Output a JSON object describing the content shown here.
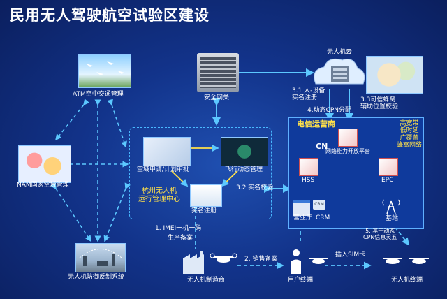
{
  "title": "民用无人驾驶航空试验区建设",
  "nodes": {
    "atm": "ATM空中交通管理",
    "nam": "NAM国家空域管理",
    "defense": "无人机防御反制系统",
    "gateway": "安全网关",
    "cloud": "无人机云",
    "airspace_apply": "空域申请/计划审批",
    "flight_mgmt": "飞行动态管理",
    "center_name": "杭州无人机\n运行管理中心",
    "real_name_reg": "实名注册",
    "manufacturer": "无人机制造商",
    "user_terminal": "用户终端",
    "uav_terminal": "无人机终端"
  },
  "telecom": {
    "title": "电信运营商",
    "cn": "CN",
    "platform": "网络能力开放平台",
    "hss": "HSS",
    "epc": "EPC",
    "hall": "营业厅",
    "crm_badge": "CRM",
    "crm": "CRM",
    "base_station": "基站",
    "features": "高宽带\n低时延\n广覆盖\n蜂窝网络"
  },
  "flows": {
    "f31": "3.1 人-设备\n实名注册",
    "f33": "3.3可信蜂窝\n辅助位置校验",
    "f4": "4.动态CPN分配",
    "f32": "3.2 实名校验",
    "f1": "1. IMEI一机一码",
    "f1b": "生产备案",
    "f2": "2. 销售备案",
    "insert_sim": "插入SIM卡",
    "f5": "5. 基于动态\nCPN信息灵五"
  },
  "colors": {
    "accent": "#ffe14a",
    "line": "#49b8ff",
    "bg": "#12338a"
  }
}
